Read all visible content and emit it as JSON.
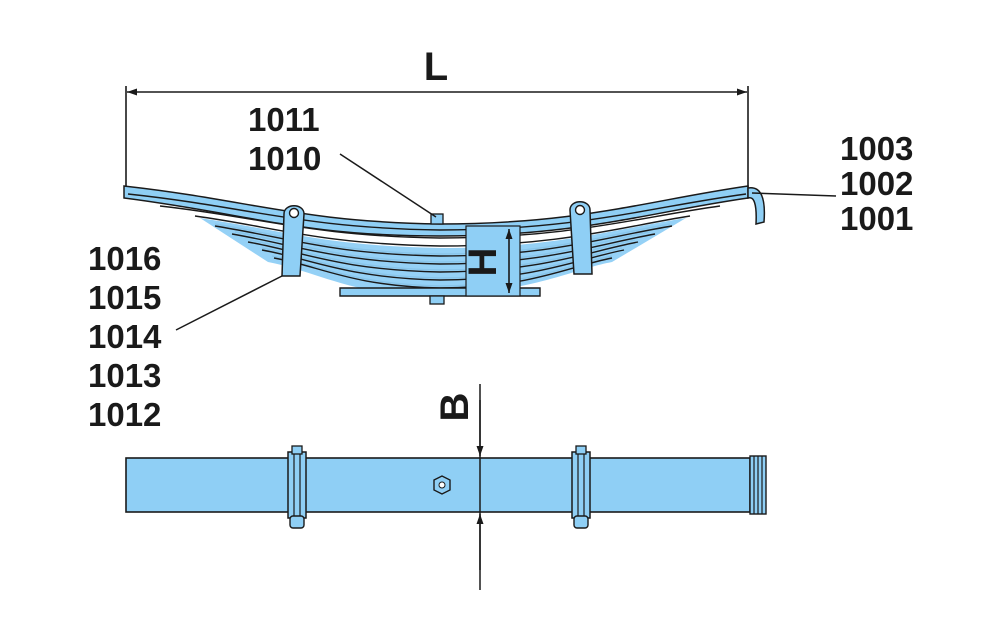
{
  "dimensions": {
    "length": "L",
    "height": "H",
    "width": "B"
  },
  "part_labels": {
    "top_center": [
      "1011",
      "1010"
    ],
    "right": [
      "1003",
      "1002",
      "1001"
    ],
    "left": [
      "1016",
      "1015",
      "1014",
      "1013",
      "1012"
    ]
  },
  "colors": {
    "spring_fill": "#8fcff5",
    "outline": "#1a1a1a",
    "background": "#ffffff"
  }
}
